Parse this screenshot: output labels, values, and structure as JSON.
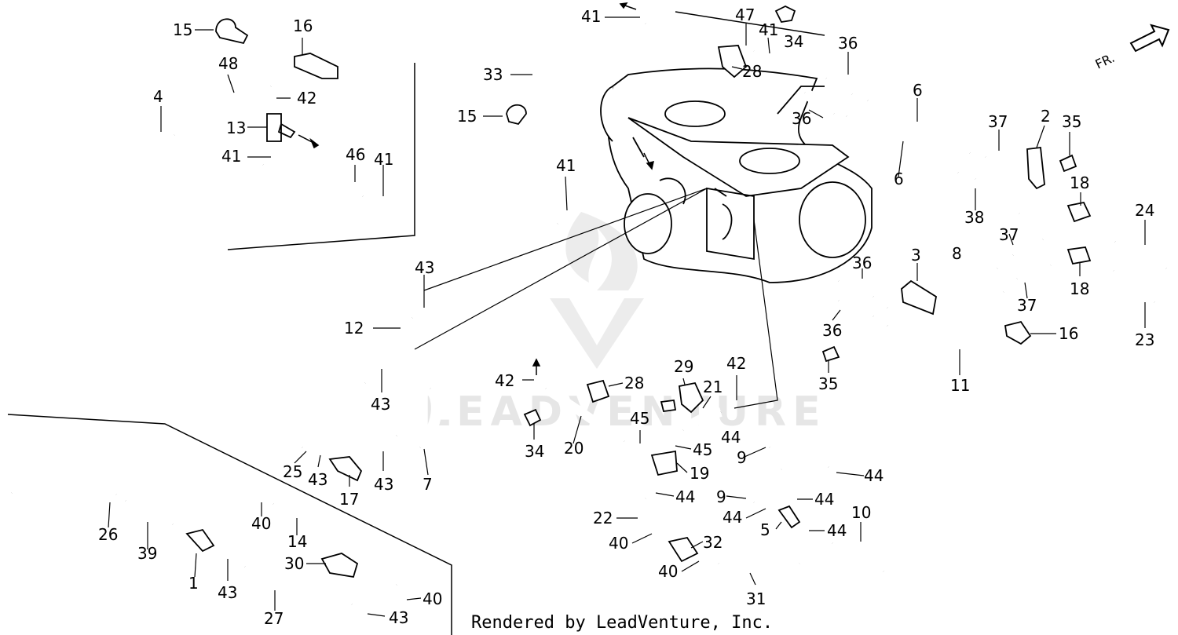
{
  "footer": {
    "credit": "Rendered by LeadVenture, Inc."
  },
  "watermark": {
    "text": "LEADVENTURE"
  },
  "direction": {
    "label": "FR."
  },
  "callouts": [
    {
      "id": "c15a",
      "text": "15"
    },
    {
      "id": "c16a",
      "text": "16"
    },
    {
      "id": "c48",
      "text": "48"
    },
    {
      "id": "c4",
      "text": "4"
    },
    {
      "id": "c42a",
      "text": "42"
    },
    {
      "id": "c13",
      "text": "13"
    },
    {
      "id": "c41a",
      "text": "41"
    },
    {
      "id": "c46",
      "text": "46"
    },
    {
      "id": "c41b",
      "text": "41"
    },
    {
      "id": "c33",
      "text": "33"
    },
    {
      "id": "c15b",
      "text": "15"
    },
    {
      "id": "c41c",
      "text": "41"
    },
    {
      "id": "c41d",
      "text": "41"
    },
    {
      "id": "c47",
      "text": "47"
    },
    {
      "id": "c34a",
      "text": "34"
    },
    {
      "id": "c41e",
      "text": "41"
    },
    {
      "id": "c28a",
      "text": "28"
    },
    {
      "id": "c36a",
      "text": "36"
    },
    {
      "id": "c36b",
      "text": "36"
    },
    {
      "id": "c6a",
      "text": "6"
    },
    {
      "id": "c6b",
      "text": "6"
    },
    {
      "id": "c37a",
      "text": "37"
    },
    {
      "id": "c2",
      "text": "2"
    },
    {
      "id": "c35a",
      "text": "35"
    },
    {
      "id": "c18a",
      "text": "18"
    },
    {
      "id": "c38",
      "text": "38"
    },
    {
      "id": "c24",
      "text": "24"
    },
    {
      "id": "c37b",
      "text": "37"
    },
    {
      "id": "c18b",
      "text": "18"
    },
    {
      "id": "c37c",
      "text": "37"
    },
    {
      "id": "c3",
      "text": "3"
    },
    {
      "id": "c8",
      "text": "8"
    },
    {
      "id": "c36c",
      "text": "36"
    },
    {
      "id": "c36d",
      "text": "36"
    },
    {
      "id": "c16b",
      "text": "16"
    },
    {
      "id": "c23",
      "text": "23"
    },
    {
      "id": "c35b",
      "text": "35"
    },
    {
      "id": "c11",
      "text": "11"
    },
    {
      "id": "c43a",
      "text": "43"
    },
    {
      "id": "c12",
      "text": "12"
    },
    {
      "id": "c43b",
      "text": "43"
    },
    {
      "id": "c25",
      "text": "25"
    },
    {
      "id": "c43c",
      "text": "43"
    },
    {
      "id": "c17",
      "text": "17"
    },
    {
      "id": "c43d",
      "text": "43"
    },
    {
      "id": "c7",
      "text": "7"
    },
    {
      "id": "c42b",
      "text": "42"
    },
    {
      "id": "c28b",
      "text": "28"
    },
    {
      "id": "c29",
      "text": "29"
    },
    {
      "id": "c42c",
      "text": "42"
    },
    {
      "id": "c21",
      "text": "21"
    },
    {
      "id": "c34b",
      "text": "34"
    },
    {
      "id": "c20",
      "text": "20"
    },
    {
      "id": "c45a",
      "text": "45"
    },
    {
      "id": "c45b",
      "text": "45"
    },
    {
      "id": "c19",
      "text": "19"
    },
    {
      "id": "c44a",
      "text": "44"
    },
    {
      "id": "c9a",
      "text": "9"
    },
    {
      "id": "c44b",
      "text": "44"
    },
    {
      "id": "c9b",
      "text": "9"
    },
    {
      "id": "c44c",
      "text": "44"
    },
    {
      "id": "c44d",
      "text": "44"
    },
    {
      "id": "c44e",
      "text": "44"
    },
    {
      "id": "c5",
      "text": "5"
    },
    {
      "id": "c44f",
      "text": "44"
    },
    {
      "id": "c10",
      "text": "10"
    },
    {
      "id": "c22",
      "text": "22"
    },
    {
      "id": "c40a",
      "text": "40"
    },
    {
      "id": "c32",
      "text": "32"
    },
    {
      "id": "c40b",
      "text": "40"
    },
    {
      "id": "c31",
      "text": "31"
    },
    {
      "id": "c26",
      "text": "26"
    },
    {
      "id": "c39",
      "text": "39"
    },
    {
      "id": "c1",
      "text": "1"
    },
    {
      "id": "c43e",
      "text": "43"
    },
    {
      "id": "c40c",
      "text": "40"
    },
    {
      "id": "c14",
      "text": "14"
    },
    {
      "id": "c30",
      "text": "30"
    },
    {
      "id": "c43f",
      "text": "43"
    },
    {
      "id": "c27",
      "text": "27"
    },
    {
      "id": "c40d",
      "text": "40"
    },
    {
      "id": "c43g",
      "text": "43"
    }
  ]
}
